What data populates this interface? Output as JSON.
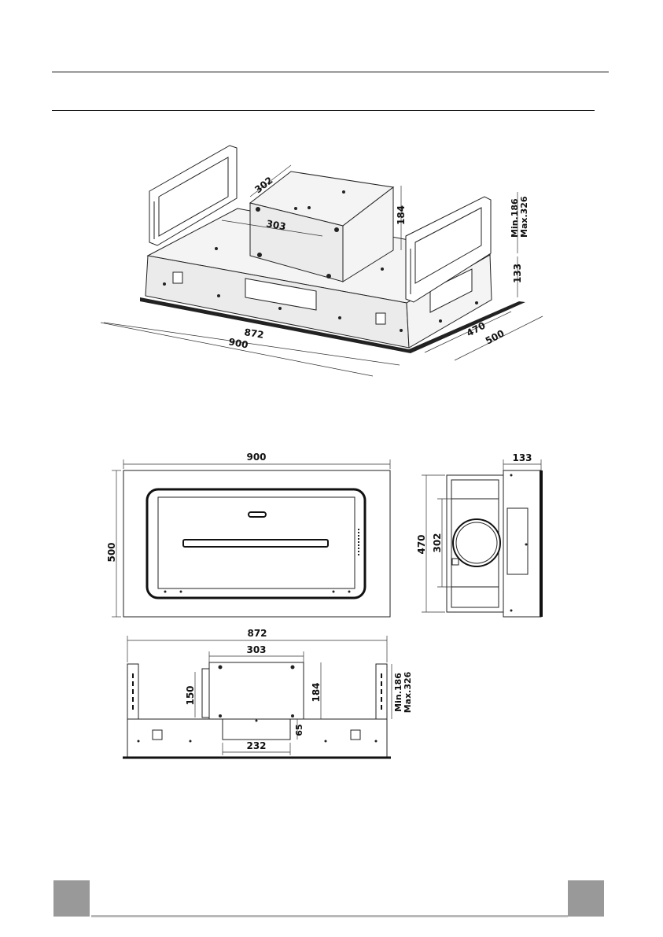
{
  "dimensions": {
    "iso": {
      "depth_top": "302",
      "width_top": "303",
      "height_motor": "184",
      "min_max": "Min.186\nMax.326",
      "body_height": "133",
      "width_inner": "872",
      "width_outer": "900",
      "depth_inner": "470",
      "depth_outer": "500"
    },
    "front": {
      "width": "900",
      "height": "500"
    },
    "side": {
      "top": "133",
      "depth_outer": "470",
      "depth_inner": "302"
    },
    "bottom": {
      "width": "872",
      "top_width": "303",
      "outlet_height": "150",
      "motor_height": "184",
      "min_max": "Min.186\nMax.326",
      "grille_width": "232",
      "grille_height": "65"
    }
  },
  "colors": {
    "line": "#222222",
    "footer": "#999999",
    "footer_line": "#b9b9b9"
  }
}
